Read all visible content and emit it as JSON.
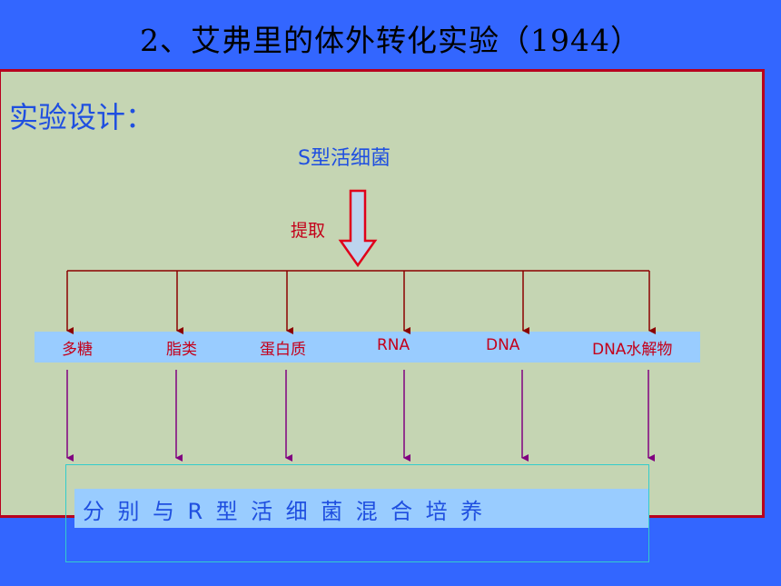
{
  "slide": {
    "title": "2、艾弗里的体外转化实验（1944）",
    "section_heading": "实验设计：",
    "source_label": "S型活细菌",
    "extract_label": "提取",
    "fractions": [
      "多糖",
      "脂类",
      "蛋白质",
      "RNA",
      "DNA",
      "DNA水解物"
    ],
    "result_text": "分别与R型活细菌混合培养"
  },
  "colors": {
    "background": "#3366ff",
    "panel": "#c5d5b3",
    "panel_border": "#b8001e",
    "blue_text": "#1f4fe0",
    "red_text": "#c4001a",
    "band": "#99ccff",
    "dark_red_line": "#8b0000",
    "purple_line": "#800080"
  }
}
